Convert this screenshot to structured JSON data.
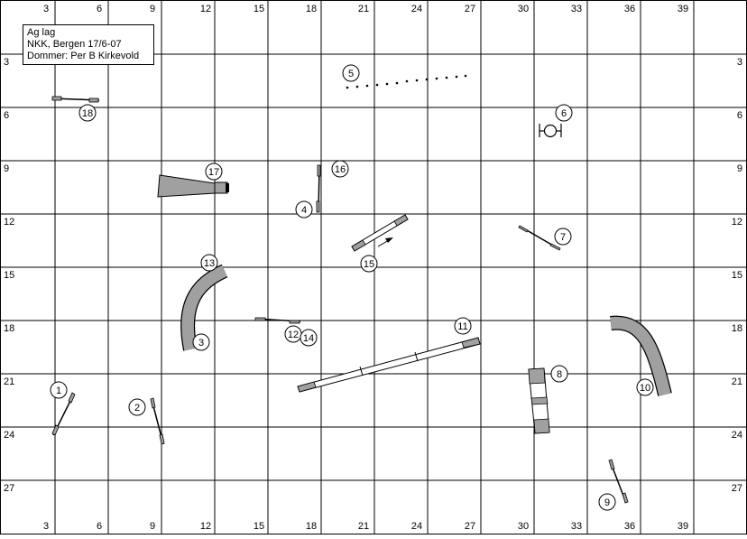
{
  "course": {
    "class_name": "Ag lag",
    "event": "NKK, Bergen 17/6-07",
    "judge": "Dommer: Per B Kirkevold"
  },
  "grid": {
    "x_labels": [
      "3",
      "6",
      "9",
      "12",
      "15",
      "18",
      "21",
      "24",
      "27",
      "30",
      "33",
      "36",
      "39"
    ],
    "y_labels": [
      "3",
      "6",
      "9",
      "12",
      "15",
      "18",
      "21",
      "24",
      "27"
    ]
  },
  "obstacles": [
    {
      "number": "1",
      "type": "jump"
    },
    {
      "number": "2",
      "type": "jump"
    },
    {
      "number": "3",
      "type": "tunnel"
    },
    {
      "number": "4",
      "type": "jump"
    },
    {
      "number": "5",
      "type": "weave"
    },
    {
      "number": "6",
      "type": "tyre"
    },
    {
      "number": "7",
      "type": "jump"
    },
    {
      "number": "8",
      "type": "table"
    },
    {
      "number": "9",
      "type": "jump"
    },
    {
      "number": "10",
      "type": "tunnel"
    },
    {
      "number": "11",
      "type": "dogwalk"
    },
    {
      "number": "12",
      "type": "jump"
    },
    {
      "number": "13",
      "type": "tunnel"
    },
    {
      "number": "14",
      "type": "jump"
    },
    {
      "number": "15",
      "type": "seesaw"
    },
    {
      "number": "16",
      "type": "jump"
    },
    {
      "number": "17",
      "type": "collapsed-tunnel"
    },
    {
      "number": "18",
      "type": "jump"
    }
  ],
  "colors": {
    "line": "#000000",
    "fill": "#a0a0a0",
    "background": "#ffffff"
  }
}
